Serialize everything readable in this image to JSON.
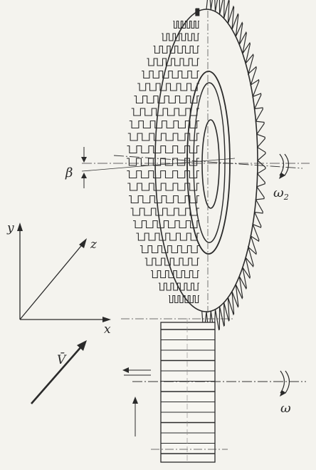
{
  "labels": {
    "beta": "β",
    "omega2": "ω",
    "omega2_sub": "2",
    "omega": "ω",
    "axis_x": "x",
    "axis_y": "y",
    "axis_z": "z",
    "velocity": "V̄"
  },
  "gear_teeth": 36,
  "rack_bands": 13
}
